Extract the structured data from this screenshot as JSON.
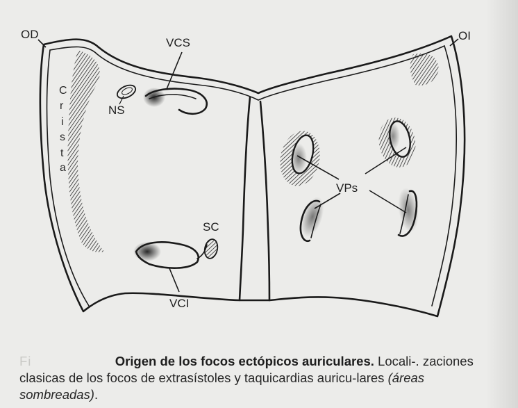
{
  "labels": {
    "od": "OD",
    "oi": "OI",
    "vcs": "VCS",
    "ns": "NS",
    "crista": [
      "C",
      "r",
      "i",
      "s",
      "t",
      "a"
    ],
    "vps": "VPs",
    "sc": "SC",
    "vci": "VCI"
  },
  "caption": {
    "fig_label": "Fi",
    "title": "Origen de los focos ectópicos auriculares.",
    "body": " Locali-. zaciones clasicas de los focos de extrasístoles y taquicardias auricu-lares ",
    "note": "(áreas sombreadas)",
    "end": "."
  },
  "colors": {
    "paper": "#ececea",
    "ink": "#1a1a1a",
    "shading": "#2b2b2b"
  }
}
